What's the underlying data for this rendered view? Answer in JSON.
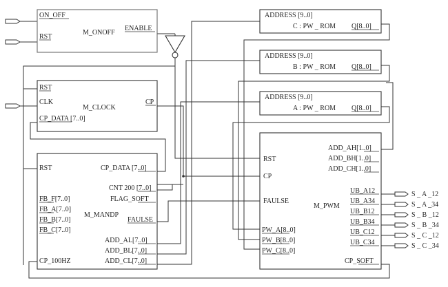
{
  "blocks": {
    "onoff": {
      "name": "M_ONOFF",
      "ports": {
        "on_off": "ON_OFF",
        "rst": "RST",
        "enable": "ENABLE"
      }
    },
    "clock": {
      "name": "M_CLOCK",
      "ports": {
        "rst": "RST",
        "clk": "CLK",
        "cp_data": "CP_DATA [7..0]",
        "cp": "CP"
      }
    },
    "mandp": {
      "name": "M_MANDP",
      "ports": {
        "rst": "RST",
        "cp_data": "CP_DATA [7..0]",
        "cnt200": "CNT 200 [7..0]",
        "flag_soft": "FLAG_SOFT",
        "fb_f": "FB_F[7..0]",
        "fb_a": "FB_A[7..0]",
        "fb_b": "FB_B[7..0]",
        "fb_c": "FB_C[7..0]",
        "faulse": "FAULSE",
        "add_al": "ADD_AL[7..0]",
        "add_bl": "ADD_BL[7..0]",
        "add_cl": "ADD_CL[7..0]",
        "cp_100hz": "CP_100HZ"
      }
    },
    "rom_c": {
      "address": "ADDRESS [9..0]",
      "name": "C :  PW _ ROM",
      "q": "Q[8..0]"
    },
    "rom_b": {
      "address": "ADDRESS [9..0]",
      "name": "B :  PW _ ROM",
      "q": "Q[8..0]"
    },
    "rom_a": {
      "address": "ADDRESS [9..0]",
      "name": "A :  PW _ ROM",
      "q": "Q[8..0]"
    },
    "pwm": {
      "name": "M_PWM",
      "ports": {
        "rst": "RST",
        "cp": "CP",
        "faulse": "FAULSE",
        "pw_a": "PW_A[8..0]",
        "pw_b": "PW_B[8..0]",
        "pw_c": "PW_C[8..0]",
        "add_ah": "ADD_AH[1..0]",
        "add_bh": "ADD_BH[1..0]",
        "add_ch": "ADD_CH[1..0]",
        "ub_a12": "UB_A12",
        "ub_a34": "UB_A34",
        "ub_b12": "UB_B12",
        "ub_b34": "UB_B34",
        "ub_c12": "UB_C12",
        "ub_c34": "UB_C34",
        "cp_soft": "CP_SOFT"
      }
    }
  },
  "outputs": [
    "S _ A _12",
    "S _ A _34",
    "S _ B _12",
    "S _ B _34",
    "S _ C _12",
    "S _ C _34"
  ]
}
